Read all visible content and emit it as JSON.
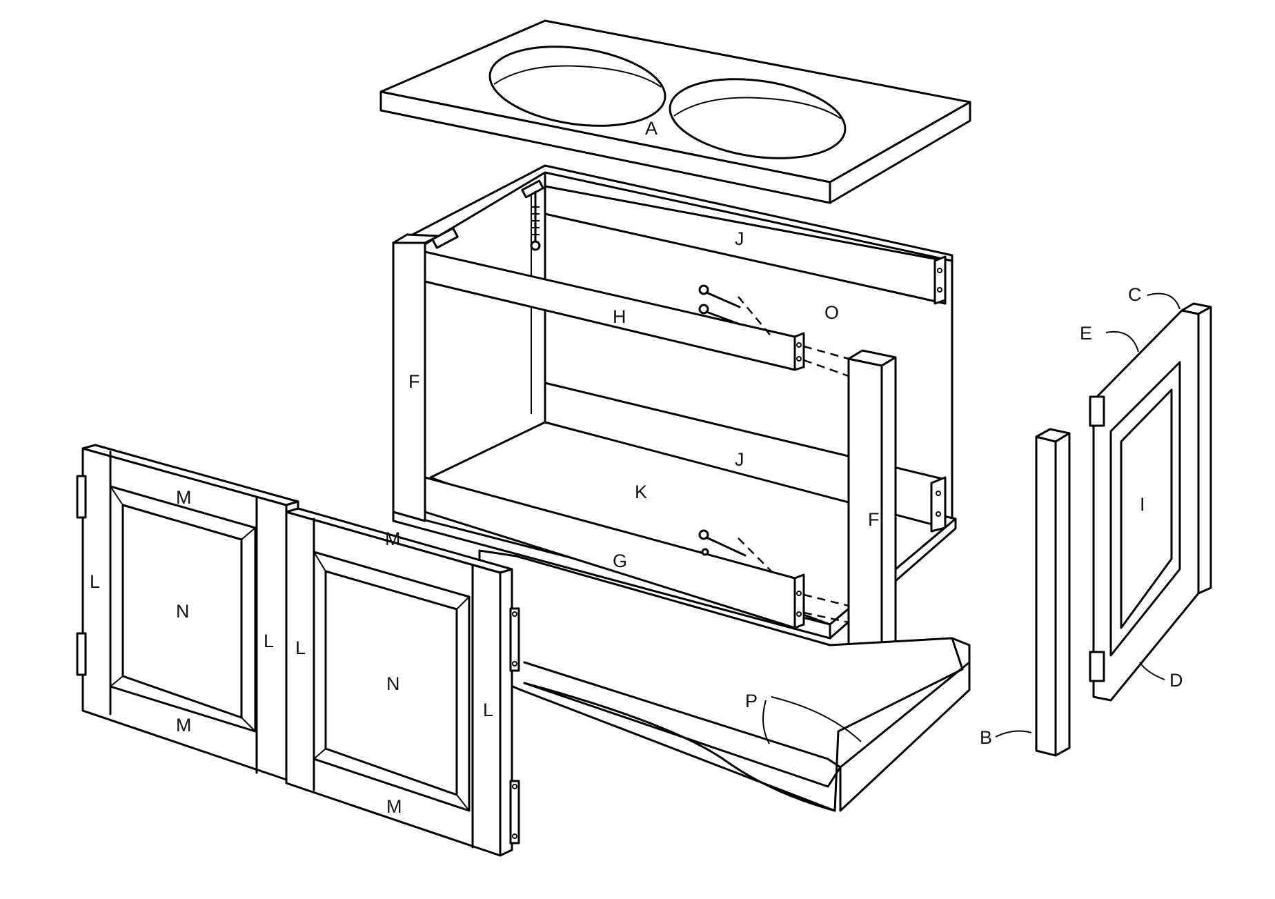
{
  "labels": {
    "top": "A",
    "back_rail_top": "J",
    "back_rail_bottom": "J",
    "back_panel": "O",
    "front_rail_top": "H",
    "front_rail_bottom": "G",
    "bottom_panel": "K",
    "leg_left": "F",
    "leg_right": "F",
    "plinth": "P",
    "side_door_panel": "I",
    "side_stile_loose": "B",
    "side_stile_groove": "C",
    "side_rail_top": "E",
    "side_rail_bottom": "D",
    "door_left_top_rail": "M",
    "door_left_bottom_rail": "M",
    "door_left_panel": "N",
    "door_left_outer_stile": "L",
    "door_left_inner_stile": "L",
    "door_right_top_rail": "M",
    "door_right_bottom_rail": "M",
    "door_right_panel": "N",
    "door_right_inner_stile": "L",
    "door_right_outer_stile": "L"
  }
}
